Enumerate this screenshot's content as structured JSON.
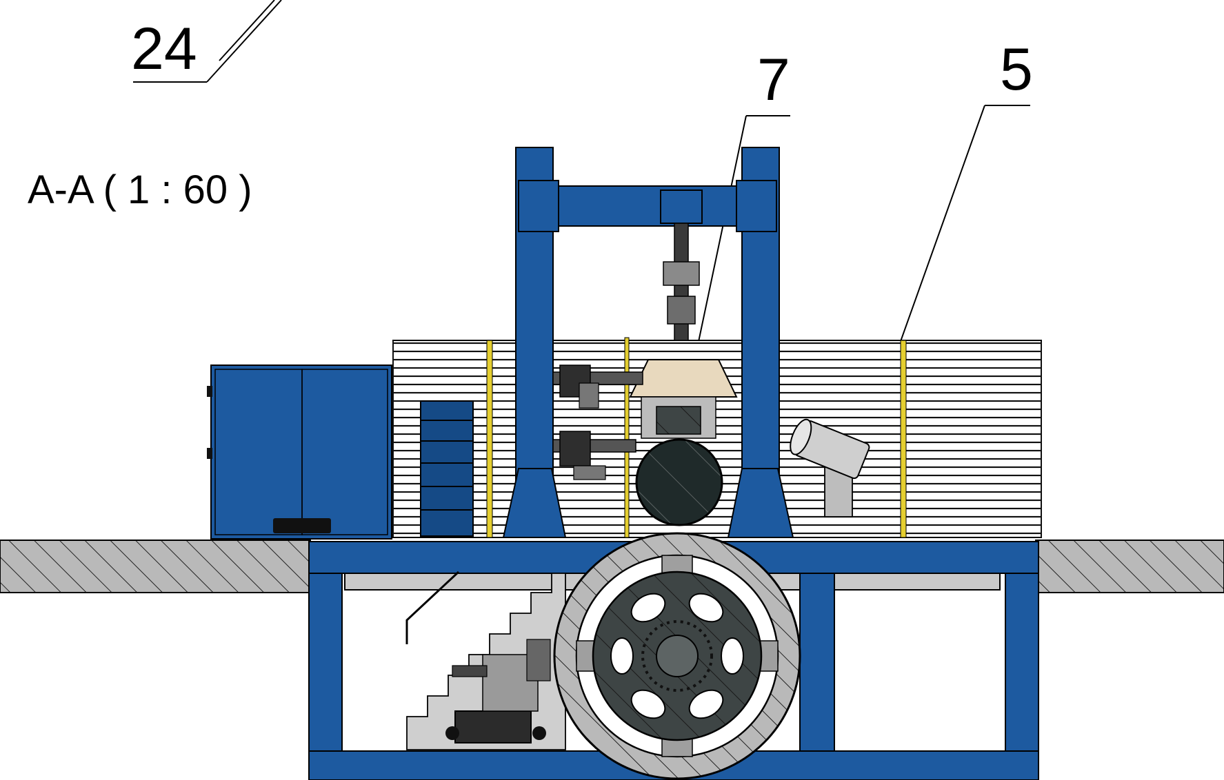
{
  "title": "A-A ( 1 : 60 )",
  "callouts": [
    {
      "id": "24",
      "label": "24"
    },
    {
      "id": "7",
      "label": "7"
    },
    {
      "id": "5",
      "label": "5"
    }
  ],
  "colors": {
    "frame": "#1d5aa0",
    "ground": "#b5b5b5",
    "tank": "#1f2d2d",
    "hopper": "#e8d9be"
  }
}
